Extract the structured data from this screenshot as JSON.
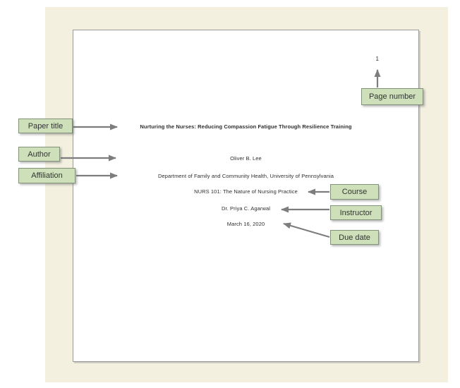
{
  "document": {
    "page_number": "1",
    "title": "Nurturing the Nurses: Reducing Compassion Fatigue Through Resilience Training",
    "author": "Oliver B. Lee",
    "affiliation": "Department of Family and Community Health, University of Pennsylvania",
    "course": "NURS 101: The Nature of Nursing Practice",
    "instructor": "Dr. Priya C. Agarwal",
    "due_date": "March 16, 2020"
  },
  "callouts": {
    "paper_title": "Paper title",
    "author": "Author",
    "affiliation": "Affiliation",
    "page_number": "Page number",
    "course": "Course",
    "instructor": "Instructor",
    "due_date": "Due date"
  },
  "colors": {
    "mat": "#f3f0e0",
    "page": "#ffffff",
    "page_border": "#9a9a9a",
    "label_fill": "#cde0ba",
    "label_border": "#82927b",
    "label_text": "#333333",
    "arrow": "#7d7d7d",
    "doc_text": "#2e2e2e"
  }
}
